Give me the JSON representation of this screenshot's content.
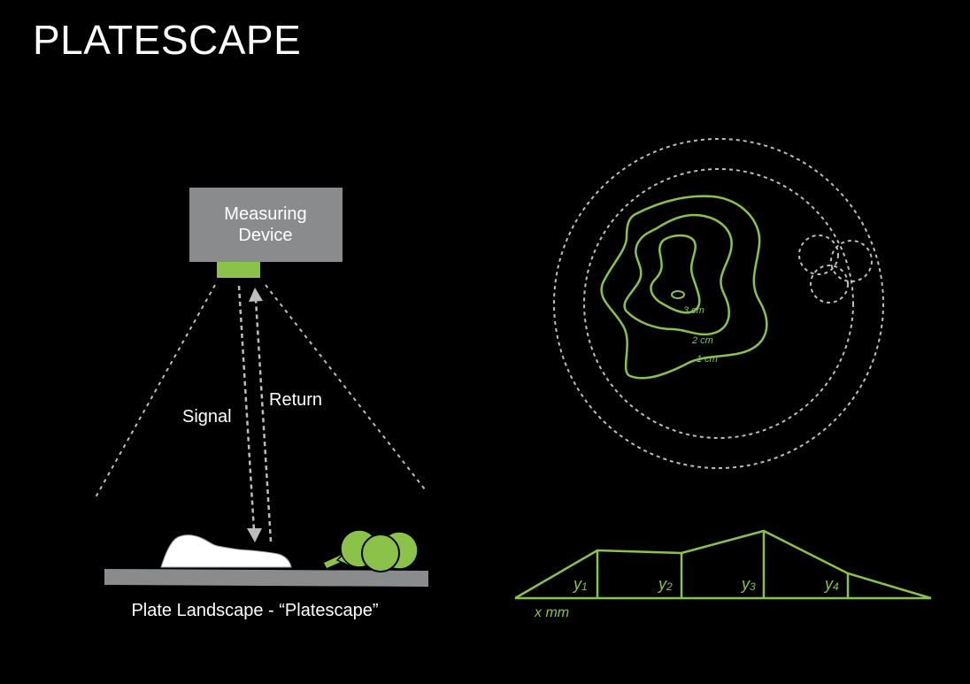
{
  "title": "PLATESCAPE",
  "device": {
    "line1": "Measuring",
    "line2": "Device"
  },
  "arrows": {
    "signal": "Signal",
    "return": "Return"
  },
  "caption": "Plate Landscape - “Platescape”",
  "contours": {
    "c3": "3 cm",
    "c2": "2 cm",
    "c1": "1 cm"
  },
  "profile": {
    "y1": "y",
    "y1s": "1",
    "y2": "y",
    "y2s": "2",
    "y3": "y",
    "y3s": "3",
    "y4": "y",
    "y4s": "4",
    "x": "x mm"
  },
  "colors": {
    "accent": "#8bc34a",
    "device": "#8a8b8d",
    "plate": "#8a8b8d",
    "dashed": "#bdbdbd"
  }
}
